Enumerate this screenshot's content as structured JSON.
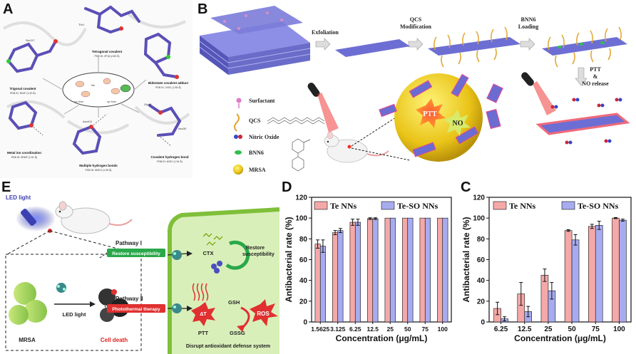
{
  "panel_labels": {
    "A": "A",
    "B": "B",
    "C": "C",
    "D": "D",
    "E": "E"
  },
  "panelA": {
    "sites": [
      {
        "name": "Trigonal covalent",
        "pdb": "PDB ID: 5G4F (1.50 Å)"
      },
      {
        "name": "Tetragonal covalent",
        "pdb": "PDB ID: 2F16 (2.80 Å)"
      },
      {
        "name": "Bidentate covalent adduct",
        "pdb": "PDB ID: 2V0C (1.85 Å)"
      },
      {
        "name": "Metal ion coordination",
        "pdb": "PDB ID: 5RMF (1.51 Å)"
      },
      {
        "name": "Multiple hydrogen bonds",
        "pdb": "PDB ID: 5MVO (1.95 Å)"
      },
      {
        "name": "Covalent hydrogen bond",
        "pdb": "PDB ID: 6C8Y (1.94 Å)"
      }
    ],
    "residues": {
      "thr1": "Thr1",
      "ser117": "Ser117",
      "gly48": "Gly48",
      "asn411": "Asn411",
      "asn30": "Asn30",
      "nu": "Nu"
    },
    "center": {
      "sp2": "sp² form",
      "sp3": "sp³ form"
    }
  },
  "panelB": {
    "steps": {
      "exfoliation": "Exfoliation",
      "qcs_line1": "QCS",
      "qcs_line2": "Modification",
      "bnn6_line1": "BNN6",
      "bnn6_line2": "Loading",
      "release_line1": "PTT",
      "release_line2": "&",
      "release_line3": "NO release"
    },
    "legend": [
      "Surfactant",
      "QCS",
      "Nitric Oxide",
      "BNN6",
      "MRSA"
    ],
    "bubble": {
      "ptt": "PTT",
      "no": "NO"
    }
  },
  "panelE": {
    "led_light": "LED light",
    "led_light_inner": "LED light",
    "mrsa": "MRSA",
    "cell_death": "Cell death",
    "pathway1": "Pathway Ⅰ",
    "pathway1_tag": "Restore susceptibility",
    "pathway2": "Pathway Ⅱ",
    "pathway2_tag": "Photothermal therapy",
    "ctx": "CTX",
    "restore": "Restore\nsusceptibility",
    "gsh": "GSH",
    "gssg": "GSSG",
    "ros": "ROS",
    "ptt": "PTT",
    "dt": "ΔT",
    "defense": "Disrupt antioxidant defense system"
  },
  "colors": {
    "te_nns": "#f4a9a8",
    "te_so_nns": "#a7acf0",
    "error": "#111111"
  },
  "chart_data": [
    {
      "type": "bar",
      "panel": "D",
      "categories": [
        "1.5625",
        "3.125",
        "6.25",
        "12.5",
        "25",
        "50",
        "75",
        "100"
      ],
      "series": [
        {
          "name": "Te NNs",
          "values": [
            75,
            86,
            96,
            99.5,
            100,
            100,
            100,
            100
          ],
          "errors": [
            4,
            2,
            3,
            0.8,
            0,
            0,
            0,
            0
          ]
        },
        {
          "name": "Te-SO NNs",
          "values": [
            73,
            88,
            96,
            99.5,
            100,
            100,
            100,
            100
          ],
          "errors": [
            6,
            2,
            3,
            0.8,
            0,
            0,
            0,
            0
          ]
        }
      ],
      "xlabel": "Concentration (μg/mL)",
      "ylabel": "Antibacterial rate (%)",
      "ylim": [
        0,
        120
      ],
      "yticks": [
        0,
        20,
        40,
        60,
        80,
        100,
        120
      ],
      "legend": "top"
    },
    {
      "type": "bar",
      "panel": "C",
      "categories": [
        "6.25",
        "12.5",
        "25",
        "50",
        "75",
        "100"
      ],
      "series": [
        {
          "name": "Te NNs",
          "values": [
            13,
            27,
            45,
            88,
            92,
            100
          ],
          "errors": [
            6,
            11,
            6,
            0.8,
            2,
            0.5
          ]
        },
        {
          "name": "Te-SO NNs",
          "values": [
            3,
            10,
            30,
            79,
            93,
            98
          ],
          "errors": [
            2,
            5,
            8,
            5,
            4,
            1
          ]
        }
      ],
      "xlabel": "Concentration (μg/mL)",
      "ylabel": "Antibacterial rate (%)",
      "ylim": [
        0,
        120
      ],
      "yticks": [
        0,
        20,
        40,
        60,
        80,
        100,
        120
      ],
      "legend": "top"
    }
  ]
}
